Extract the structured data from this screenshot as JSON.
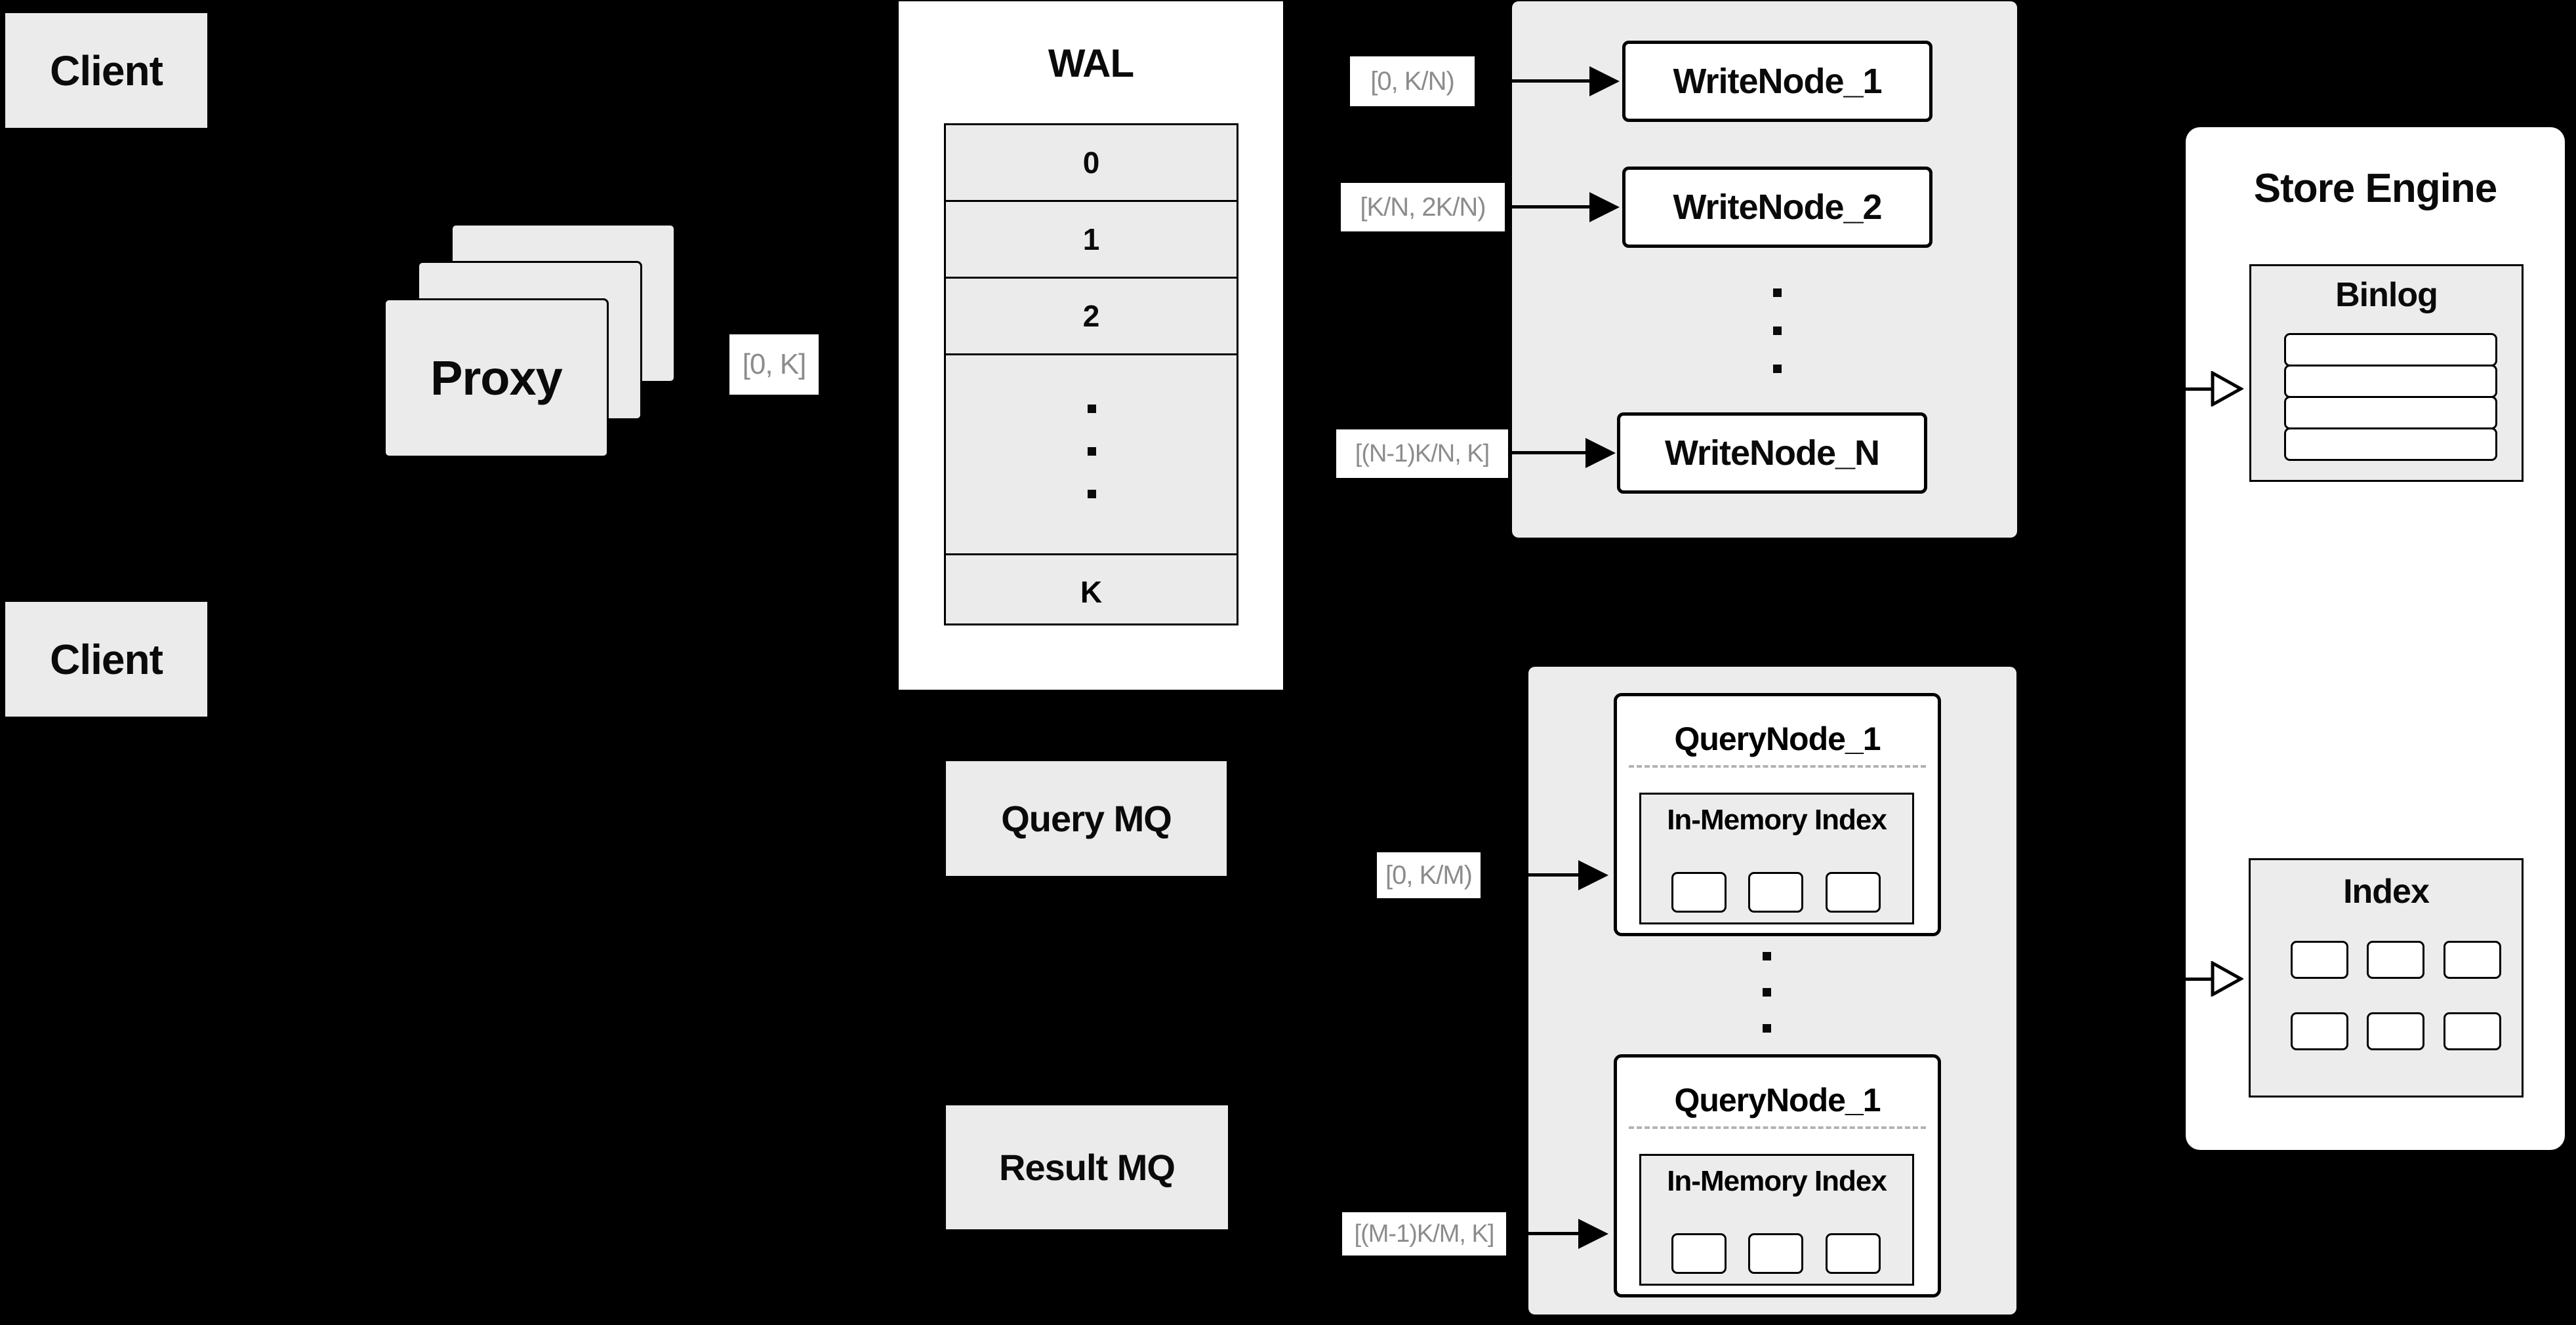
{
  "colors": {
    "background": "#000000",
    "box_gray": "#ebebeb",
    "container_gray": "#ececec",
    "box_white": "#ffffff",
    "border_black": "#000000",
    "range_text_gray": "#8c8c8c",
    "dashed_gray": "#b3b3b3"
  },
  "clients": {
    "top": "Client",
    "bottom": "Client"
  },
  "proxy": {
    "label": "Proxy",
    "range": "[0, K]"
  },
  "wal": {
    "title": "WAL",
    "rows": [
      "0",
      "1",
      "2"
    ],
    "tail": "K"
  },
  "write": {
    "range1": "[0, K/N)",
    "range2": "[K/N, 2K/N)",
    "rangeN": "[(N-1)K/N, K]",
    "node1": "WriteNode_1",
    "node2": "WriteNode_2",
    "nodeN": "WriteNode_N"
  },
  "store": {
    "title": "Store Engine",
    "binlog": "Binlog",
    "index": "Index"
  },
  "mq": {
    "query": "Query MQ",
    "result": "Result MQ"
  },
  "query": {
    "range1": "[0, K/M)",
    "range2": "[(M-1)K/M, K]",
    "node1": "QueryNode_1",
    "inner1": "In-Memory Index",
    "node2": "QueryNode_1",
    "inner2": "In-Memory Index"
  }
}
